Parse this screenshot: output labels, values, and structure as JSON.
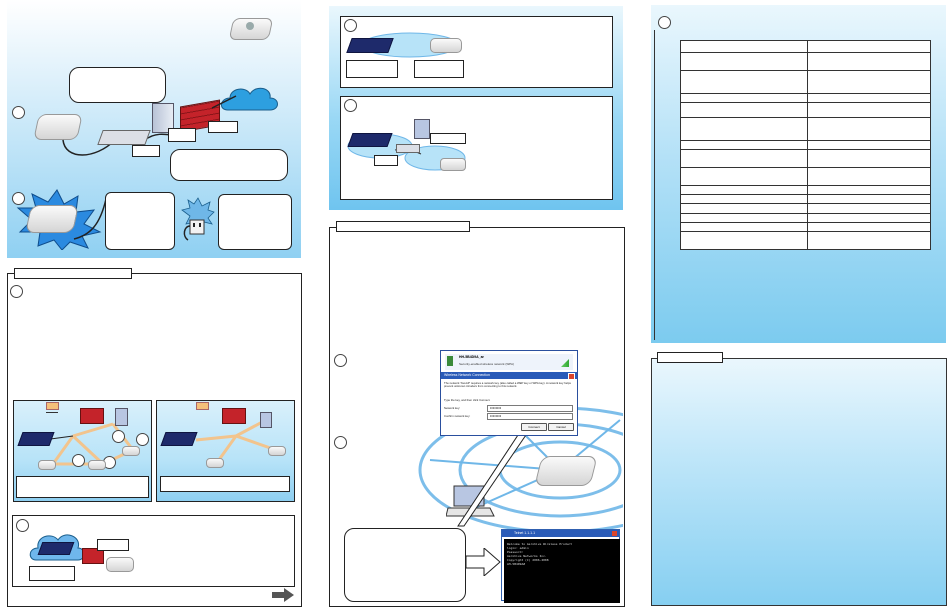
{
  "colors": {
    "sky_light": "#dff1fb",
    "sky_mid": "#8fd0f2",
    "navy_device": "#1e2a6b",
    "firewall_red": "#c4232a",
    "cable_orange": "#f2c48d",
    "dialog_title_blue": "#2a5bb8",
    "arrow_gray": "#555555"
  },
  "icons": [
    "ap-device-icon",
    "cloud-icon",
    "firewall-icon",
    "server-icon",
    "switch-icon",
    "power-outlet-icon",
    "laptop-icon",
    "arrow-right-icon",
    "close-icon",
    "wifi-signal-icon"
  ],
  "dialog": {
    "network_name": "HH-5B4D9A_ar",
    "security_note": "Security-enabled wireless network (WPA)",
    "title": "Wireless Network Connection",
    "body": "The network 'hiveAP' requires a network key (also called a WEP key or WPA key). A network key helps prevent unknown intruders from connecting to this network.",
    "instruction": "Type the key, and then click Connect.",
    "key_label": "Network key:",
    "confirm_label": "Confirm network key:",
    "key_value": "••••••••",
    "confirm_value": "••••••••",
    "connect_button": "Connect",
    "cancel_button": "Cancel"
  },
  "terminal": {
    "title": "Telnet 1.1.1.1",
    "lines": [
      "Welcome to Aerohive Wireless Product",
      "login: admin",
      "Password:",
      "Aerohive Networks Inc.",
      "Copyright (C) 2006-2008",
      "AH-5B4D9A#"
    ]
  }
}
